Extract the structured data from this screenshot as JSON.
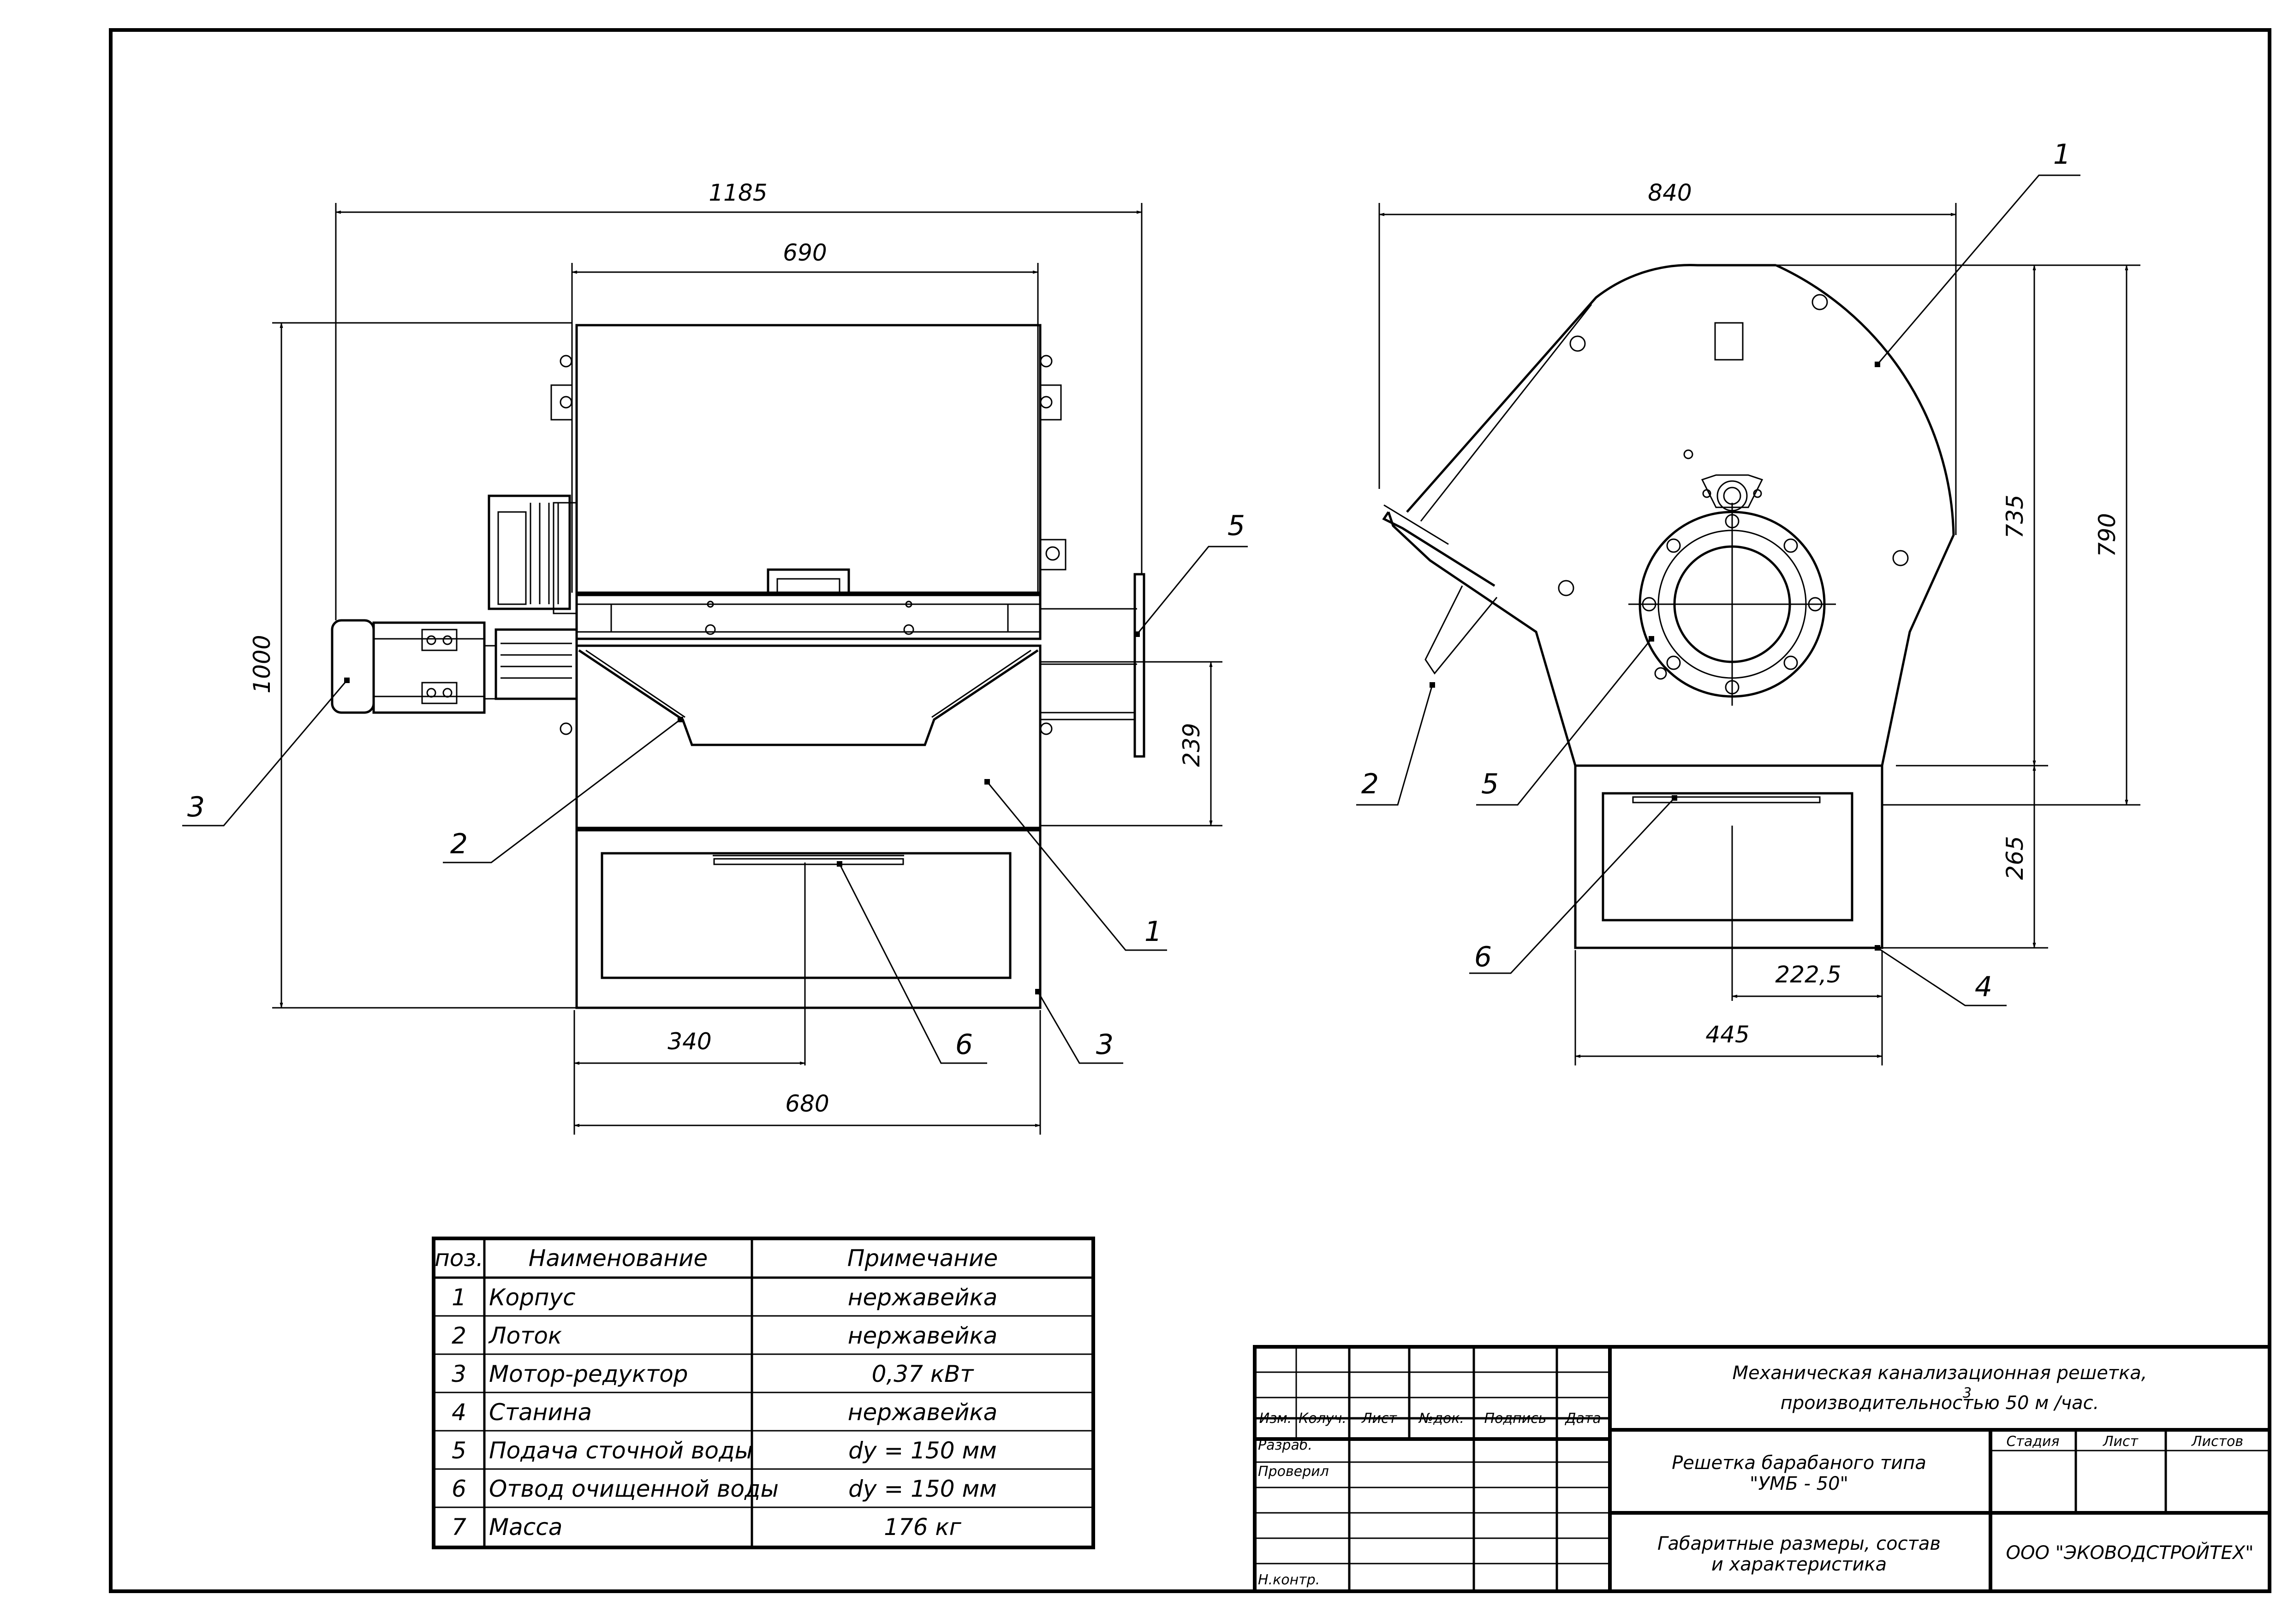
{
  "drawing": {
    "front_view": {
      "dimensions": {
        "overall_width": "1185",
        "drum_width": "690",
        "overall_height": "1000",
        "outlet_height": "239",
        "outlet_offset": "340",
        "frame_width": "680"
      },
      "callouts": [
        "3",
        "2",
        "5",
        "1",
        "6",
        "3"
      ]
    },
    "side_view": {
      "dimensions": {
        "overall_width": "840",
        "height_735": "735",
        "height_790": "790",
        "frame_height": "265",
        "outlet_offset": "222,5",
        "frame_width": "445"
      },
      "callouts": [
        "1",
        "2",
        "5",
        "6",
        "4"
      ]
    }
  },
  "parts_table": {
    "headers": [
      "поз.",
      "Наименование",
      "Примечание"
    ],
    "rows": [
      [
        "1",
        "Корпус",
        "нержавейка"
      ],
      [
        "2",
        "Лоток",
        "нержавейка"
      ],
      [
        "3",
        "Мотор-редуктор",
        "0,37 кВт"
      ],
      [
        "4",
        "Станина",
        "нержавейка"
      ],
      [
        "5",
        "Подача сточной воды",
        "dy = 150 мм"
      ],
      [
        "6",
        "Отвод очищенной воды",
        "dy = 150 мм"
      ],
      [
        "7",
        "Масса",
        "176 кг"
      ]
    ]
  },
  "title_block": {
    "column_headers": [
      "Изм.",
      "Колуч.",
      "Лист",
      "№док.",
      "Подпись",
      "Дата"
    ],
    "row_labels": [
      "Разраб.",
      "Проверил",
      "Н.контр."
    ],
    "title_line1": "Механическая канализационная решетка,",
    "title_line2": "производительностью 50 м /час.",
    "title_superscript": "3",
    "product_line1": "Решетка барабаного типа",
    "product_line2": "\"УМБ - 50\"",
    "doc_line1": "Габаритные размеры, состав",
    "doc_line2": "и характеристика",
    "stage_label": "Стадия",
    "sheet_label": "Лист",
    "sheets_label": "Листов",
    "company": "ООО \"ЭКОВОДСТРОЙТЕХ\""
  }
}
